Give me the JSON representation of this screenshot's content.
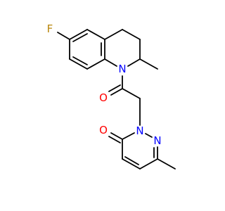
{
  "diagram": {
    "type": "chemical-structure",
    "atoms": {
      "fluorine": {
        "label": "F",
        "color": "#b8860b"
      },
      "ring_nitrogen": {
        "label": "N",
        "color": "#0000ff"
      },
      "carbonyl_oxygen_amide": {
        "label": "O",
        "color": "#ff0000"
      },
      "carbonyl_oxygen_pyridazinone": {
        "label": "O",
        "color": "#ff0000"
      },
      "pyridazinone_n1": {
        "label": "N",
        "color": "#0000ff"
      },
      "pyridazinone_n2": {
        "label": "N",
        "color": "#0000ff"
      }
    }
  }
}
